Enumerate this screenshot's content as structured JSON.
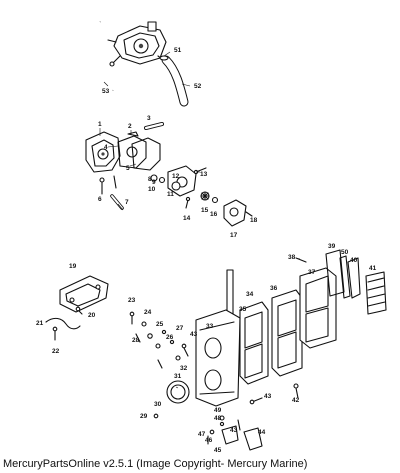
{
  "footer": "MercuryPartsOnline v2.5.1 (Image Copyright- Mercury Marine)",
  "callouts": {
    "c1": "1",
    "c2": "2",
    "c3": "3",
    "c4": "4",
    "c5": "5",
    "c6": "6",
    "c7": "7",
    "c8": "8",
    "c9": "9",
    "c10": "10",
    "c11": "11",
    "c12": "12",
    "c13": "13",
    "c14": "14",
    "c15": "15",
    "c16": "16",
    "c17": "17",
    "c18": "18",
    "c19": "19",
    "c20": "20",
    "c21": "21",
    "c22": "22",
    "c23": "23",
    "c24": "24",
    "c25": "25",
    "c26": "26",
    "c27": "27",
    "c28": "28",
    "c29": "29",
    "c30": "30",
    "c31": "31",
    "c32": "32",
    "c33": "33",
    "c34": "34",
    "c35": "35",
    "c36": "36",
    "c37": "37",
    "c38": "38",
    "c39": "39",
    "c40": "40",
    "c41": "41",
    "c42": "42",
    "c43": "43",
    "c43b": "43",
    "c43c": "43",
    "c44": "44",
    "c45": "45",
    "c46": "46",
    "c47": "47",
    "c48": "48",
    "c49": "49",
    "c50": "50",
    "c51": "51",
    "c52": "52",
    "c53": "53"
  }
}
